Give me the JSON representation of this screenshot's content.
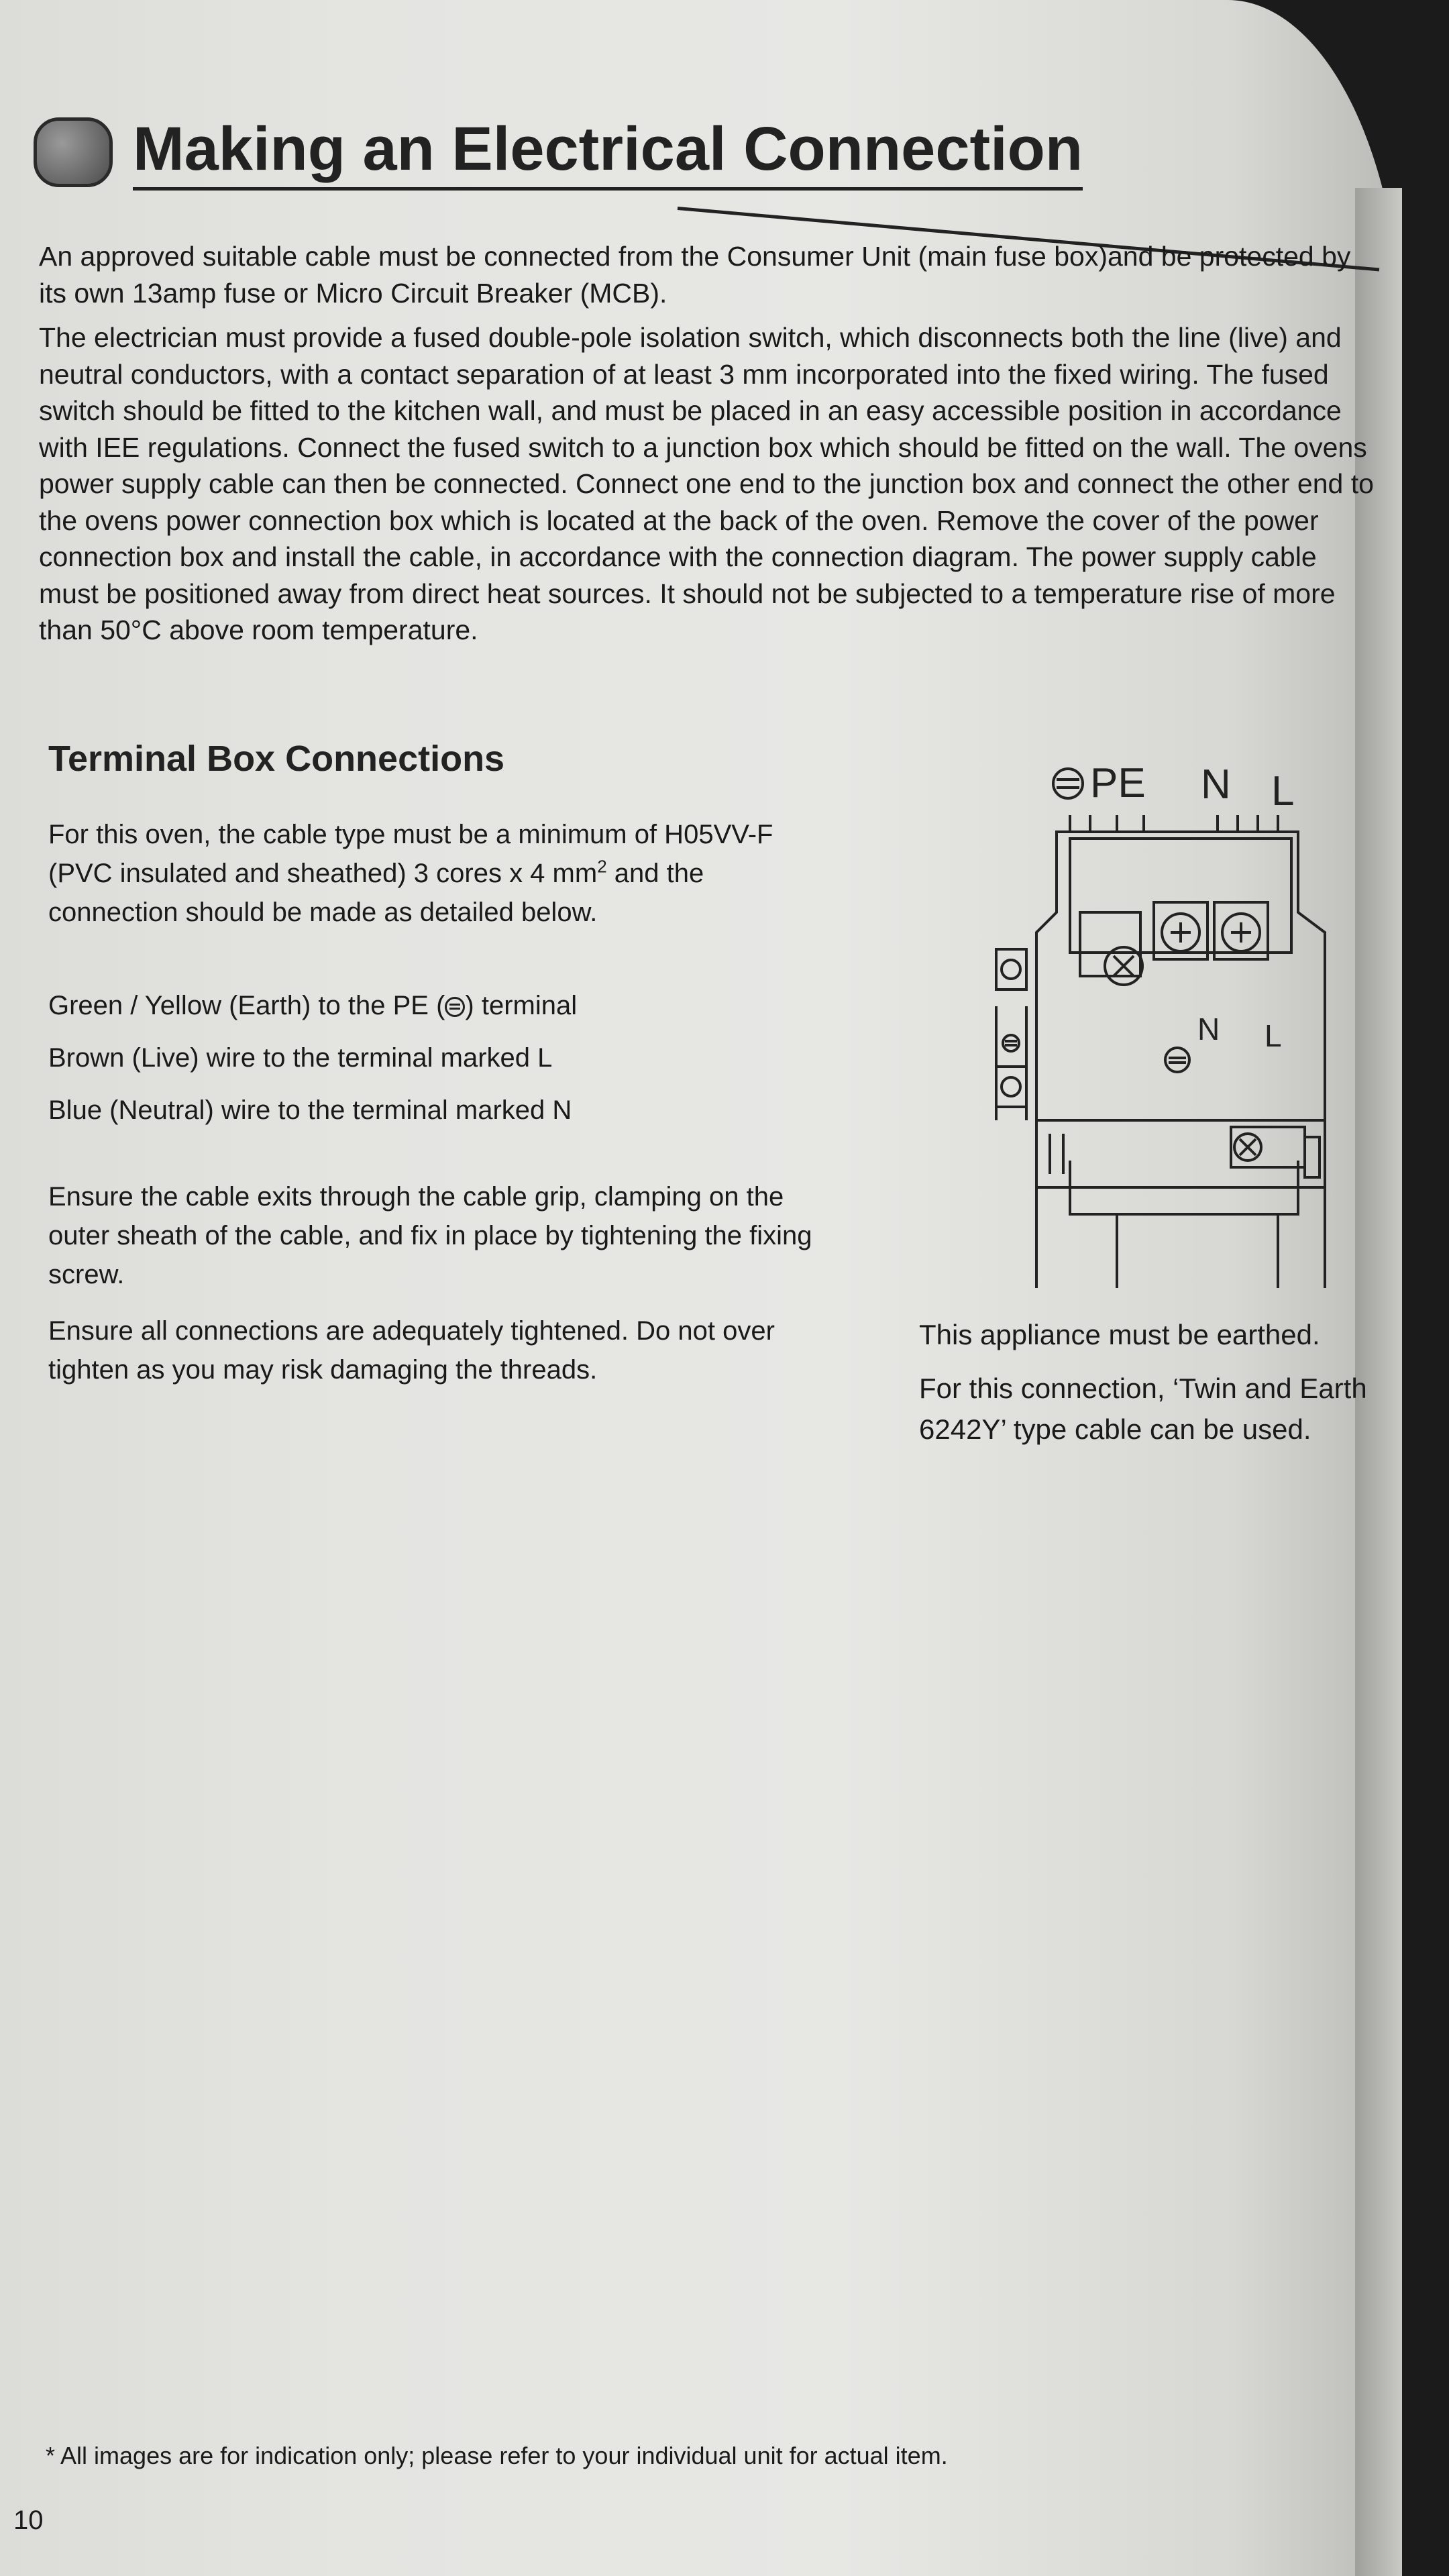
{
  "title": "Making an Electrical Connection",
  "intro": [
    "An approved suitable cable must be connected from the Consumer Unit (main fuse box)and be protected by its own 13amp fuse or Micro Circuit Breaker (MCB).",
    "The electrician must provide a fused double-pole isolation switch, which disconnects both the line (live) and neutral conductors, with a contact separation of at least 3 mm incorporated into the fixed wiring. The fused switch should be fitted to the kitchen wall, and must be placed in an easy accessible position in accordance with IEE regulations. Connect the fused switch to a junction box which should be fitted on the wall. The ovens power supply cable can then be connected. Connect one end to the junction box and connect the other end to the ovens power connection box which is located at the back of the oven. Remove the cover of the power connection box and install the cable, in accordance with the connection diagram. The power supply cable must be positioned away from direct heat sources. It should not be subjected to a temperature rise of more than 50°C above room temperature."
  ],
  "section_title": "Terminal Box Connections",
  "cable_spec": {
    "line1": "For this oven, the cable type must be a minimum of H05VV-F",
    "line2_a": "(PVC insulated and sheathed) 3 cores x 4 mm",
    "line2_sup": "2",
    "line2_b": " and the",
    "line3": "connection should be made as detailed below."
  },
  "wiring": {
    "earth_a": "Green / Yellow (Earth) to the PE (",
    "earth_b": ") terminal",
    "live": "Brown (Live) wire to the terminal marked L",
    "neutral": "Blue (Neutral) wire to the terminal marked N"
  },
  "grip_text": "Ensure the cable exits through the cable grip, clamping on the outer sheath of the cable, and fix in place by tightening the fixing screw.",
  "tighten_text": "Ensure all connections are adequately tightened. Do not over tighten as you may risk damaging the threads.",
  "earthed_text": "This appliance must be earthed.",
  "twin_earth_text": "For this connection, ‘Twin and Earth 6242Y’ type cable can be used.",
  "diagram": {
    "header_pe": "PE",
    "header_n": "N",
    "header_l": "L",
    "inner_n": "N",
    "inner_l": "L"
  },
  "footnote": "* All images are for indication only; please refer to your individual unit for actual item.",
  "page_number": "10"
}
